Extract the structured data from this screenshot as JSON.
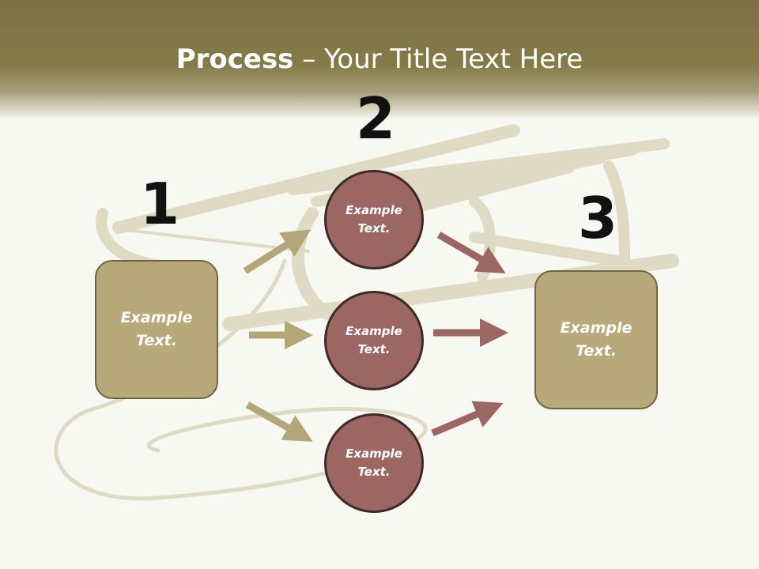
{
  "slide": {
    "title_bold": "Process",
    "title_rest": " – Your Title Text Here"
  },
  "steps": [
    {
      "number": "1",
      "label": "Example\nText."
    },
    {
      "number": "2",
      "label": ""
    },
    {
      "number": "3",
      "label": "Example\nText."
    }
  ],
  "circles": [
    {
      "label": "Example\nText."
    },
    {
      "label": "Example\nText."
    },
    {
      "label": "Example\nText."
    }
  ],
  "colors": {
    "header": "#857b48",
    "box_fill": "#b7a979",
    "circle_fill": "#9c6663",
    "arrow_left": "#b3a679",
    "arrow_right": "#9c6663"
  }
}
